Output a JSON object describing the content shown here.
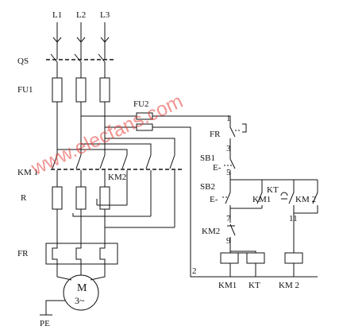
{
  "labels": {
    "l1": "L1",
    "l2": "L2",
    "l3": "L3",
    "qs": "QS",
    "fu1": "FU1",
    "fu2": "FU2",
    "km1_main": "KM 1",
    "km2_main": "KM2",
    "r": "R",
    "fr_main": "FR",
    "motor_m": "M",
    "motor_phase": "3~",
    "pe": "PE",
    "fr_ctrl": "FR",
    "sb1": "SB1",
    "sb2": "SB2",
    "km1_aux": "KM1",
    "kt_contact": "KT",
    "km2_aux": "KM 2",
    "km2_nc": "KM2",
    "node1": "1",
    "node2": "2",
    "node3": "3",
    "node5": "5",
    "node7": "7",
    "node9": "9",
    "node11": "11",
    "coil_km1": "KM1",
    "coil_kt": "KT",
    "coil_km2": "KM 2",
    "e_symbol": "E-"
  },
  "watermark": "www.elecfans.com",
  "colors": {
    "line": "#111111",
    "watermark": "#e8403a"
  }
}
